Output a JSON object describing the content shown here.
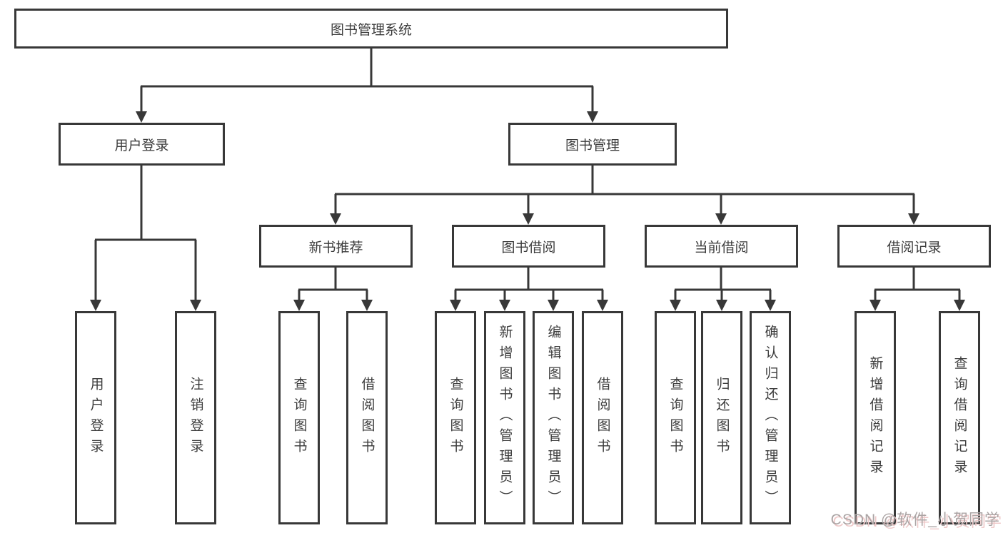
{
  "diagram": {
    "root": {
      "label": "图书管理系统"
    },
    "level2": [
      {
        "label": "用户登录"
      },
      {
        "label": "图书管理"
      }
    ],
    "level3": [
      {
        "label": "新书推荐"
      },
      {
        "label": "图书借阅"
      },
      {
        "label": "当前借阅"
      },
      {
        "label": "借阅记录"
      }
    ],
    "leaves": {
      "user_login": [
        "用户登录",
        "注销登录"
      ],
      "new_book": [
        "查询图书",
        "借阅图书"
      ],
      "book_borrow": [
        "查询图书",
        "新增图书（管理员）",
        "编辑图书（管理员）",
        "借阅图书"
      ],
      "current_borrow": [
        "查询图书",
        "归还图书",
        "确认归还（管理员）"
      ],
      "borrow_record": [
        "新增借阅记录",
        "查询借阅记录"
      ]
    }
  },
  "watermark": {
    "text": "CSDN @软件_小贺同学"
  },
  "colors": {
    "line": "#383838",
    "text": "#3c3c3c",
    "background": "#ffffff"
  }
}
